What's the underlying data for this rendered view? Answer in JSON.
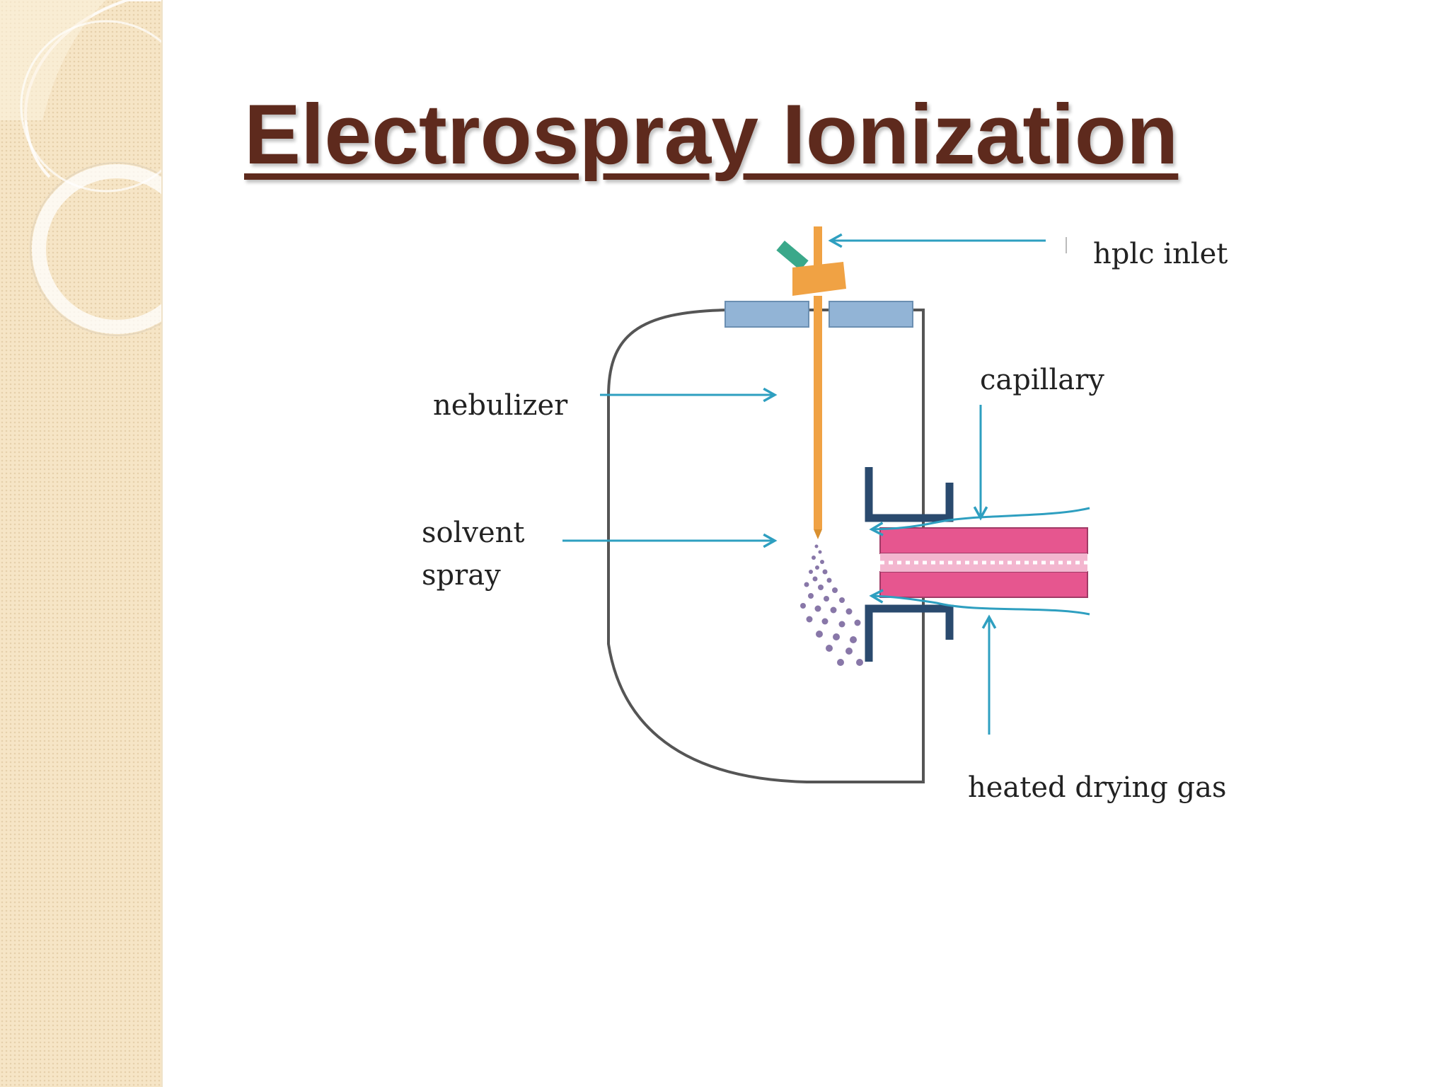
{
  "slide": {
    "title": "Electrospray Ionization"
  },
  "diagram": {
    "labels": {
      "hplc_inlet": "hplc inlet",
      "capillary": "capillary",
      "nebulizer": "nebulizer",
      "solvent_spray_line1": "solvent",
      "solvent_spray_line2": "spray",
      "heated_drying_gas": "heated drying gas"
    },
    "colors": {
      "title": "#5e2a1d",
      "sidebar": "#f6e5c6",
      "arrow": "#2e9fc0",
      "nebulizer_tube": "#f0a244",
      "plate": "#92b4d6",
      "capillary": "#e6568f",
      "flange": "#2a4a6e",
      "chamber": "#555555"
    }
  }
}
